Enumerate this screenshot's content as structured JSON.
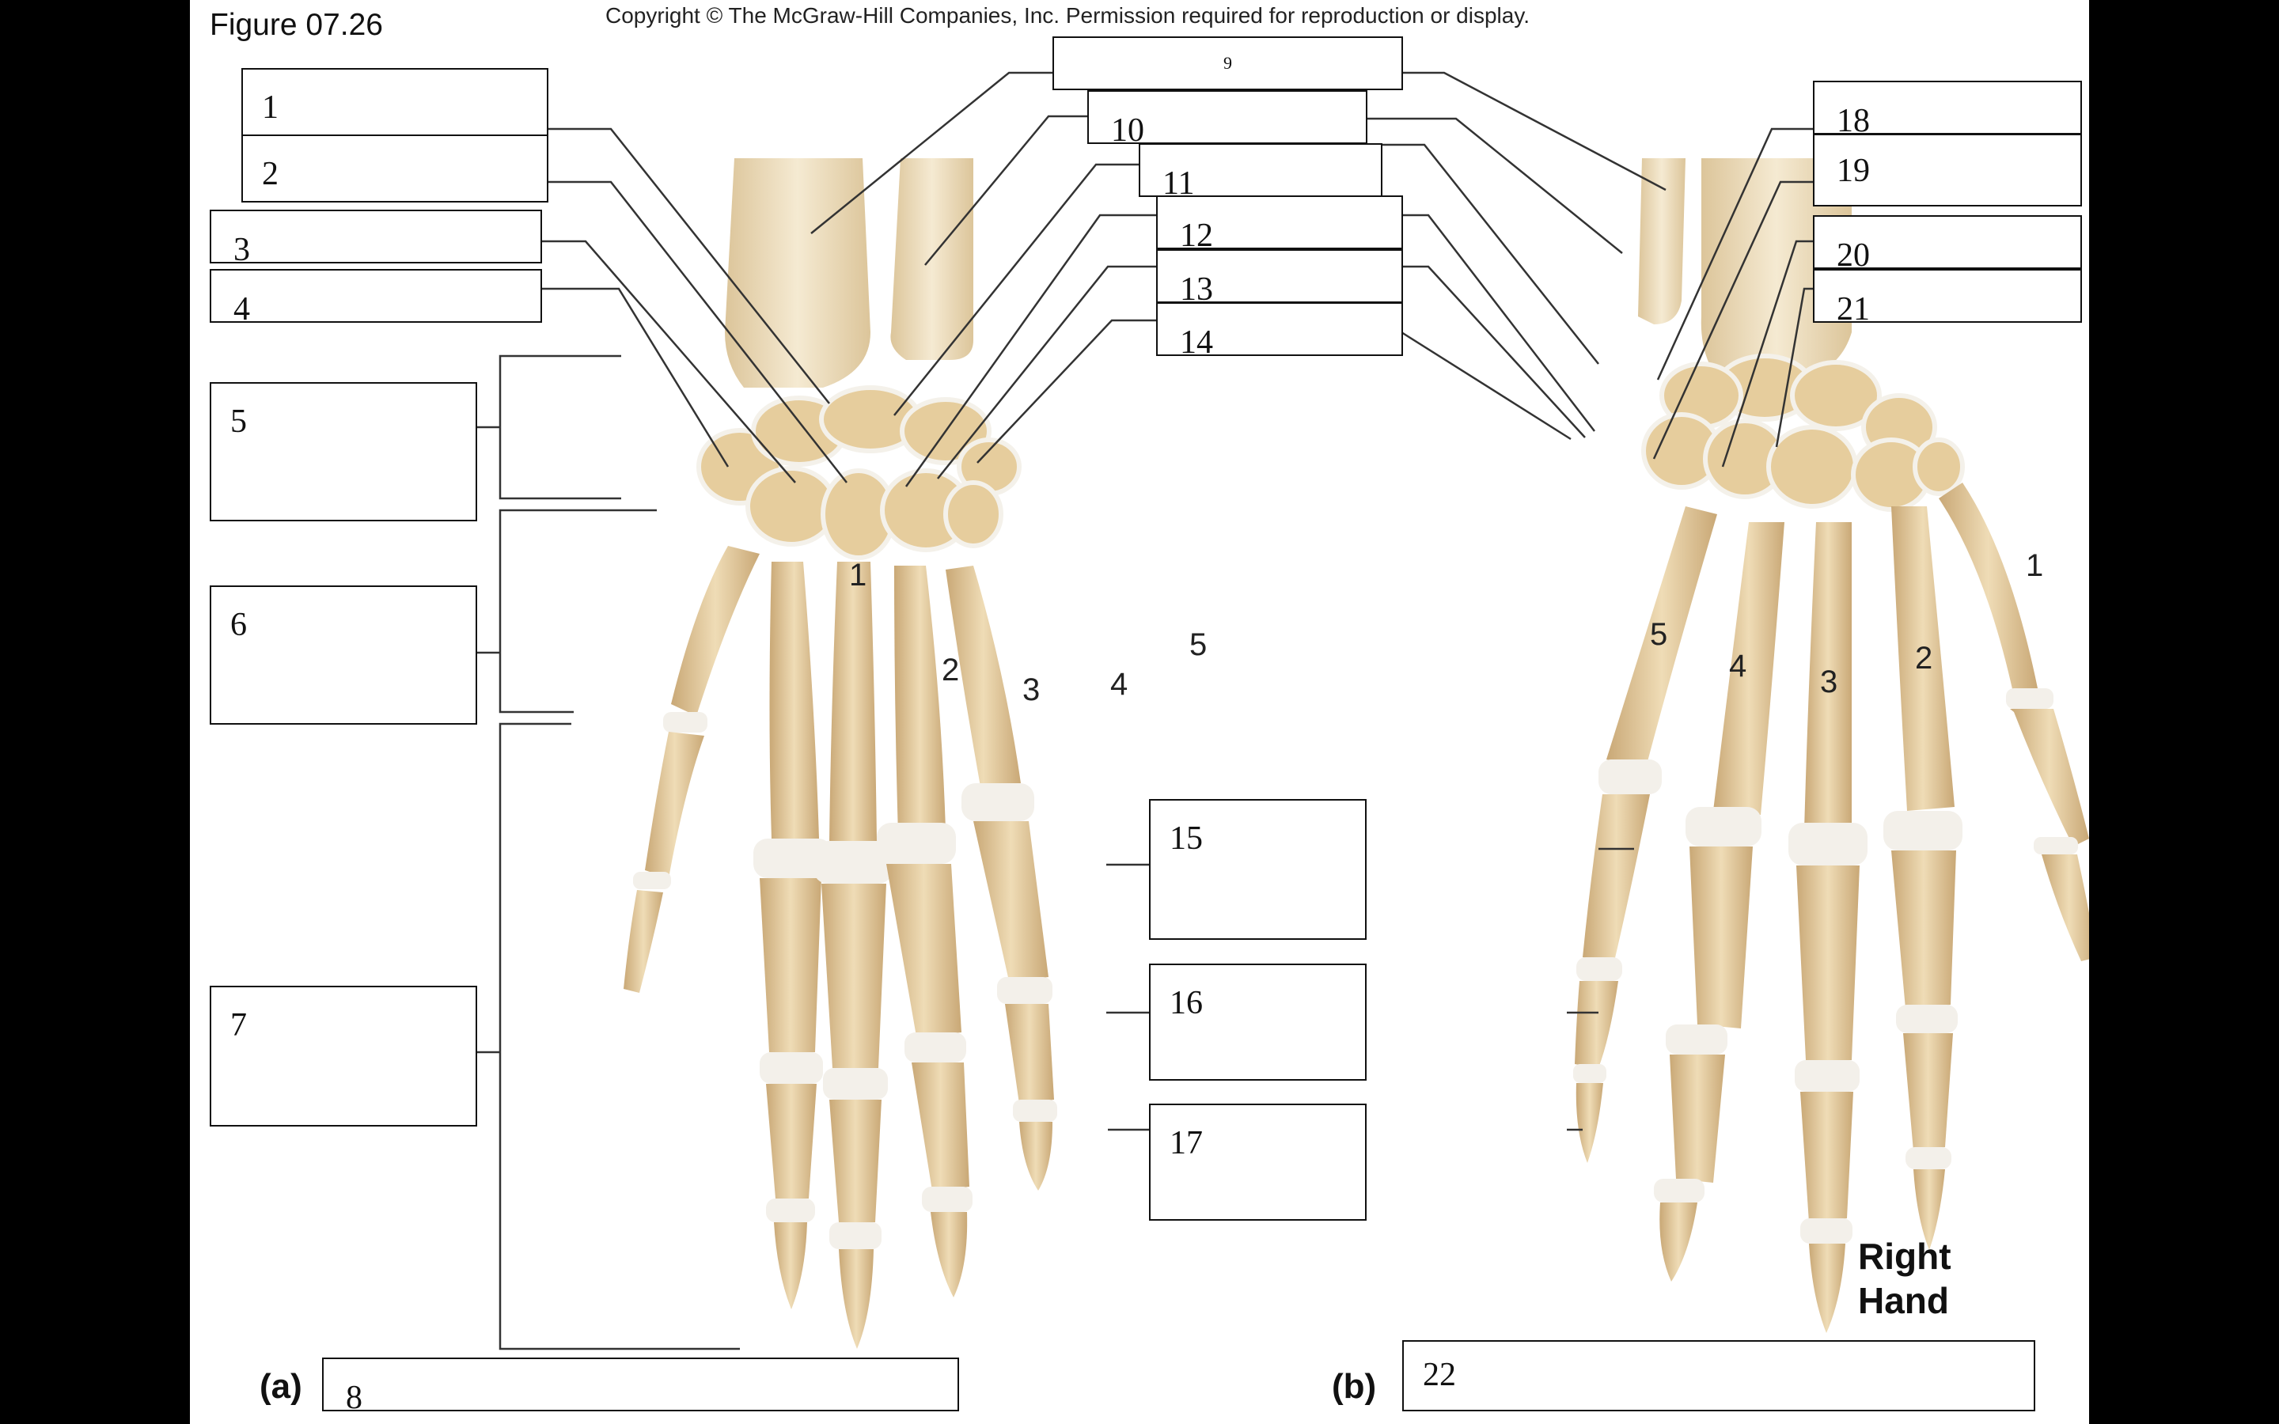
{
  "figure_label": "Figure 07.26",
  "copyright": "Copyright © The McGraw-Hill Companies, Inc. Permission required for reproduction or display.",
  "panels": {
    "a": "(a)",
    "b": "(b)"
  },
  "side_label": {
    "line1": "Right",
    "line2": "Hand"
  },
  "metacarpal_numbers": [
    "1",
    "2",
    "3",
    "4",
    "5"
  ],
  "boxes": [
    "1",
    "2",
    "3",
    "4",
    "5",
    "6",
    "7",
    "8",
    "9",
    "10",
    "11",
    "12",
    "13",
    "14",
    "15",
    "16",
    "17",
    "18",
    "19",
    "20",
    "21",
    "22"
  ],
  "colors": {
    "bone": "#e9d3a8",
    "bone_shade": "#c9a876",
    "cartilage": "#f3f0ea",
    "line": "#333333"
  }
}
